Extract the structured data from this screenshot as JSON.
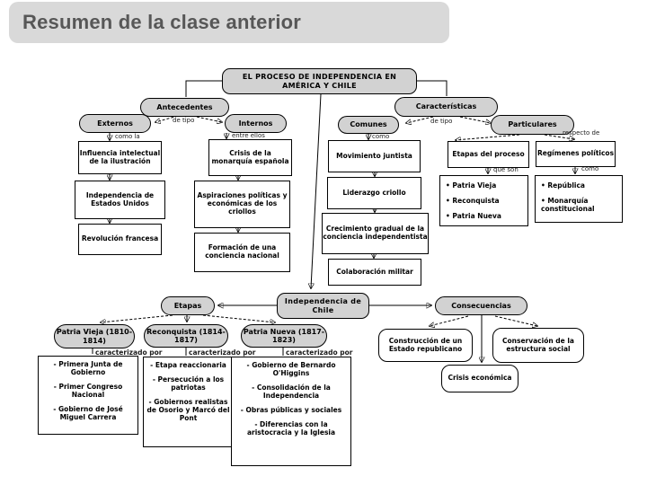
{
  "title": "Resumen de la clase anterior",
  "map": {
    "root": "EL PROCESO DE INDEPENDENCIA EN AMÉRICA Y CHILE",
    "nodes": {
      "antecedentes": "Antecedentes",
      "externos": "Externos",
      "internos": "Internos",
      "caracteristicas": "Características",
      "comunes": "Comunes",
      "particulares": "Particulares",
      "etapas_del_proceso": "Etapas del proceso",
      "regimenes_politicos": "Regímenes políticos",
      "independencia": "Independencia de Chile",
      "etapas": "Etapas",
      "consecuencias": "Consecuencias",
      "patria_vieja": "Patria Vieja (1810-1814)",
      "reconquista": "Reconquista (1814-1817)",
      "patria_nueva": "Patria Nueva (1817-1823)",
      "construccion": "Construcción de un Estado republicano",
      "conservacion": "Conservación de la estructura social",
      "crisis": "Crisis económica"
    },
    "edge_labels": {
      "antecedentes_tipo": "de tipo",
      "como_la": "como la",
      "entre_ellos": "entre ellos",
      "caracteristicas_tipo": "de tipo",
      "comunes_como": "como",
      "respecto_de": "respecto de",
      "que_son": "que son",
      "regimenes_como": "como",
      "caract_pv": "caracterizado por",
      "caract_rc": "caracterizado por",
      "caract_pn": "caracterizado por"
    },
    "externos_items": [
      "Influencia intelectual de la ilustración",
      "Independencia de Estados Unidos",
      "Revolución francesa"
    ],
    "internos_items": [
      "Crisis de la monarquía española",
      "Aspiraciones políticas y económicas de los criollos",
      "Formación de una conciencia nacional"
    ],
    "comunes_items": [
      "Movimiento juntista",
      "Liderazgo criollo",
      "Crecimiento gradual de la conciencia independentista",
      "Colaboración militar"
    ],
    "etapas_proceso_items": [
      "• Patria Vieja",
      "• Reconquista",
      "• Patria Nueva"
    ],
    "regimenes_items": [
      "• República",
      "• Monarquía constitucional"
    ],
    "patria_vieja_items": [
      "- Primera Junta de Gobierno",
      "- Primer Congreso Nacional",
      "- Gobierno de José Miguel Carrera"
    ],
    "reconquista_items": [
      "- Etapa reaccionaria",
      "- Persecución a los patriotas",
      "- Gobiernos realistas de Osorio y Marcó del Pont"
    ],
    "patria_nueva_items": [
      "- Gobierno de Bernardo O'Higgins",
      "- Consolidación de la Independencia",
      "- Obras públicas y sociales",
      "- Diferencias con la aristocracia y la Iglesia"
    ],
    "colors": {
      "node_fill": "#d2d2d2",
      "title_band": "#d9d9d9",
      "title_text": "#575757",
      "line": "#000000"
    }
  }
}
